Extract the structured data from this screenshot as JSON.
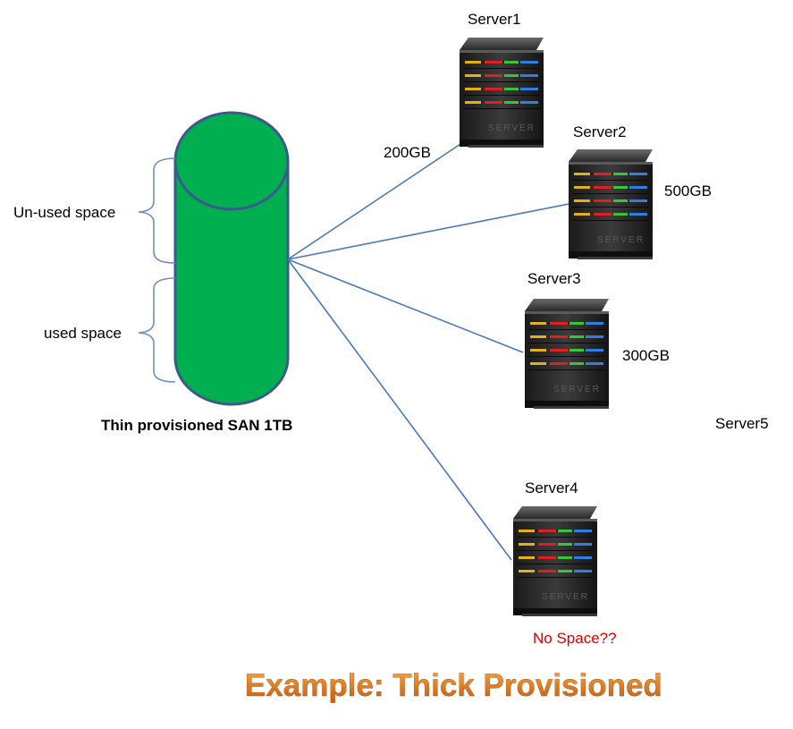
{
  "san": {
    "label": "Thin provisioned SAN 1TB",
    "unused_label": "Un-used space",
    "used_label": "used space",
    "fill_color": "#00b050",
    "outline_color": "#3a5a8c"
  },
  "servers": [
    {
      "name": "Server1",
      "capacity": "200GB"
    },
    {
      "name": "Server2",
      "capacity": "500GB"
    },
    {
      "name": "Server3",
      "capacity": "300GB"
    },
    {
      "name": "Server4",
      "capacity": ""
    },
    {
      "name": "Server5",
      "capacity": ""
    }
  ],
  "server_badge": "SERVER",
  "warning": "No Space??",
  "title": "Example: Thick Provisioned",
  "colors": {
    "link_line": "#4a78b8",
    "brace": "#6a8fc4",
    "warning": "#d40000",
    "title_gradient_top": "#f8a640",
    "title_gradient_bottom": "#c05a10"
  }
}
